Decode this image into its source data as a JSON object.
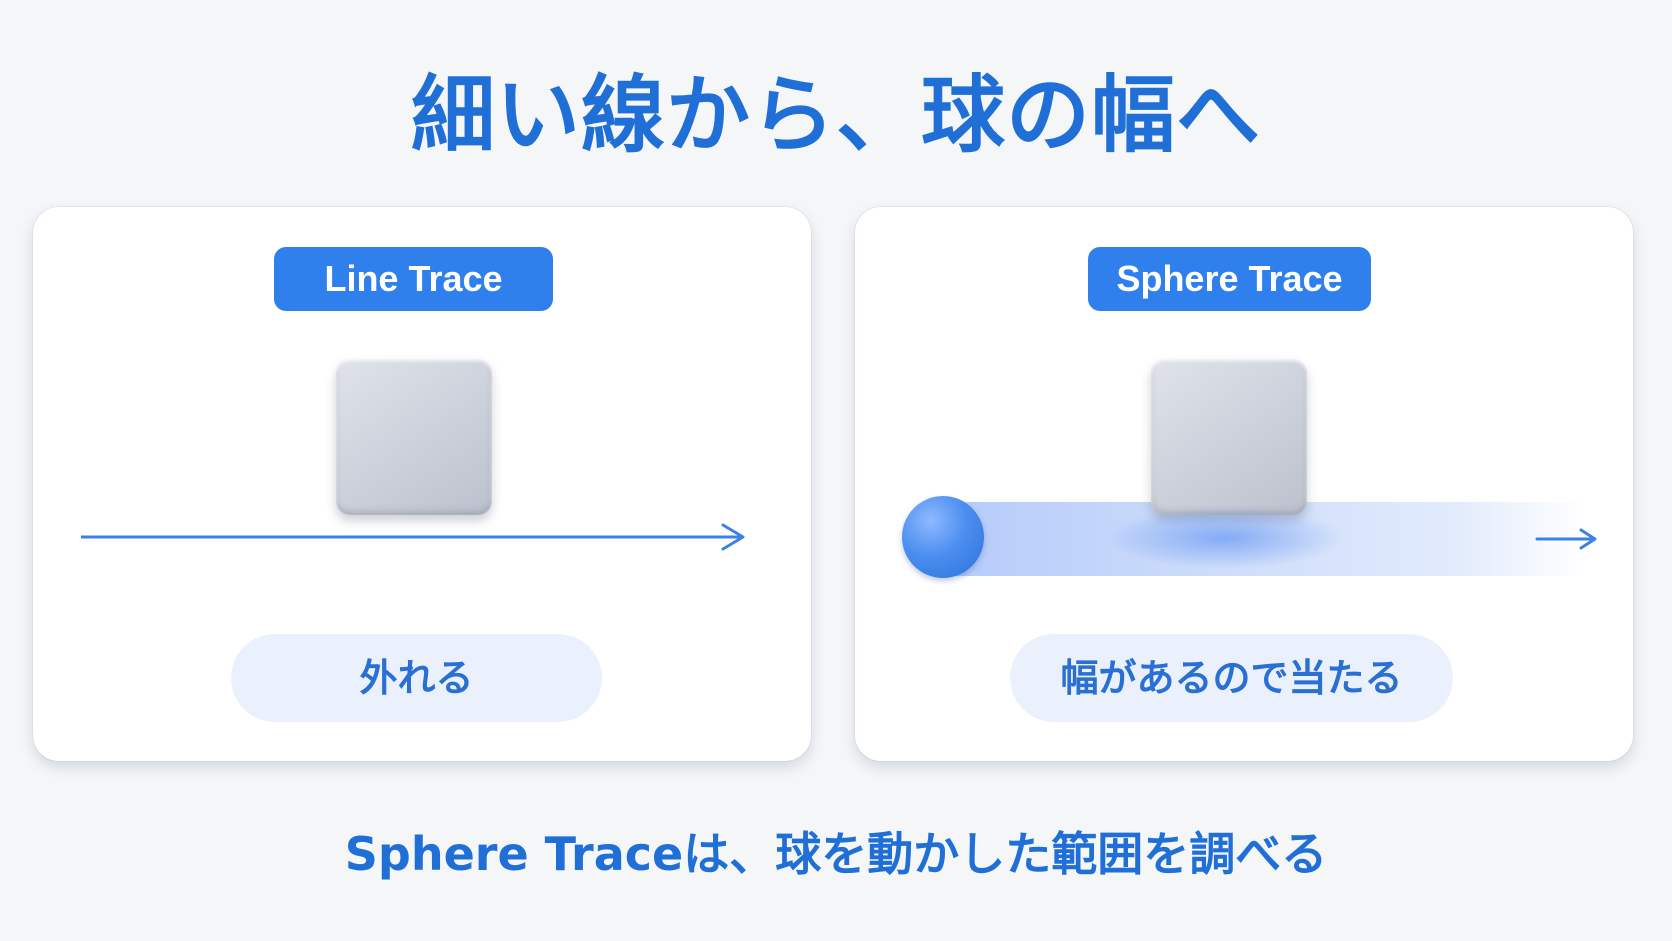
{
  "title": "細い線から、球の幅へ",
  "left_panel": {
    "tag": "Line Trace",
    "result": "外れる"
  },
  "right_panel": {
    "tag": "Sphere Trace",
    "result": "幅があるので当たる"
  },
  "footer": "Sphere Traceは、球を動かした範囲を調べる",
  "colors": {
    "accent": "#2f80ed",
    "title_text": "#1f6fd6",
    "pill_bg": "#eaf1fd",
    "block": "#cdd1db",
    "background": "#f5f6f8"
  },
  "icons": {
    "line_arrow": "arrow-right-icon",
    "sphere": "sphere-icon",
    "sweep_arrow": "arrow-right-icon"
  }
}
